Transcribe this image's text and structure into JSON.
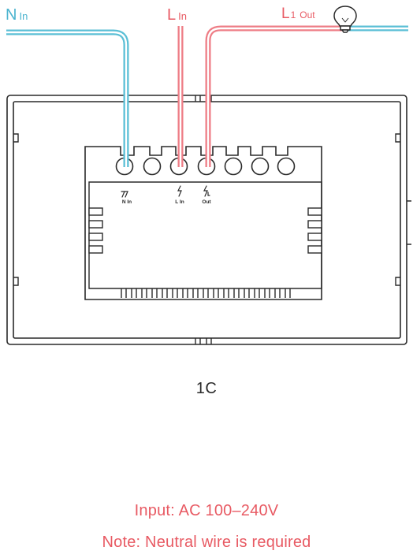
{
  "labels": {
    "n_in_main": "N",
    "n_in_sub": "In",
    "l_in_main": "L",
    "l_in_sub": "In",
    "l1_out_main": "L",
    "l1_out_index": "1",
    "l1_out_sub": "Out",
    "term_n": "N In",
    "term_l": "L In",
    "term_out": "Out"
  },
  "model": "1C",
  "notes": {
    "input": "Input: AC 100–240V",
    "neutral": "Note: Neutral wire is required"
  },
  "colors": {
    "neutral_wire": "#5bbfd6",
    "live_wire": "#ee7d86",
    "accent_text": "#e85a63",
    "outline": "#2a2a2a"
  },
  "icons": [
    "bulb-icon"
  ]
}
